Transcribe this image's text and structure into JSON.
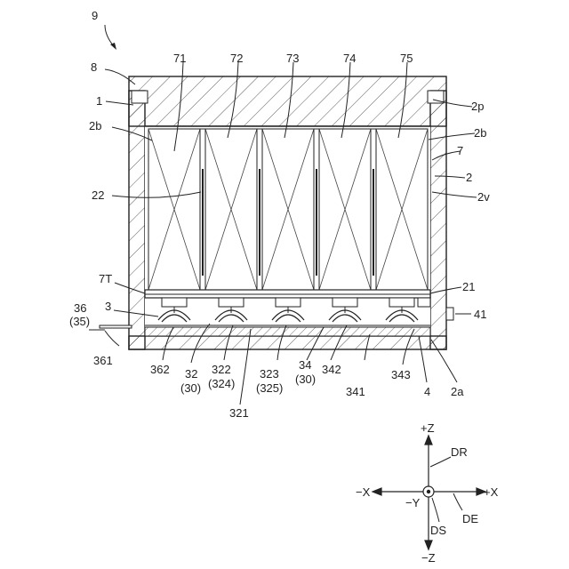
{
  "figure_number": "9",
  "labels": {
    "l8": "8",
    "l1": "1",
    "l71": "71",
    "l72": "72",
    "l73": "73",
    "l74": "74",
    "l75": "75",
    "l2p": "2p",
    "l2b_left": "2b",
    "l2b_right": "2b",
    "l7": "7",
    "l2": "2",
    "l2v": "2v",
    "l22": "22",
    "l7T": "7T",
    "l21": "21",
    "l3": "3",
    "l41": "41",
    "l36": "36",
    "l35": "(35)",
    "l361": "361",
    "l362": "362",
    "l32": "32",
    "l30a": "(30)",
    "l322": "322",
    "l324": "(324)",
    "l323": "323",
    "l325": "(325)",
    "l34": "34",
    "l30b": "(30)",
    "l342": "342",
    "l341": "341",
    "l343": "343",
    "l4": "4",
    "l2a": "2a",
    "l321": "321"
  },
  "axes": {
    "pz": "+Z",
    "nz": "−Z",
    "px": "+X",
    "nx": "−X",
    "ny": "−Y",
    "dr": "DR",
    "de": "DE",
    "ds": "DS"
  }
}
